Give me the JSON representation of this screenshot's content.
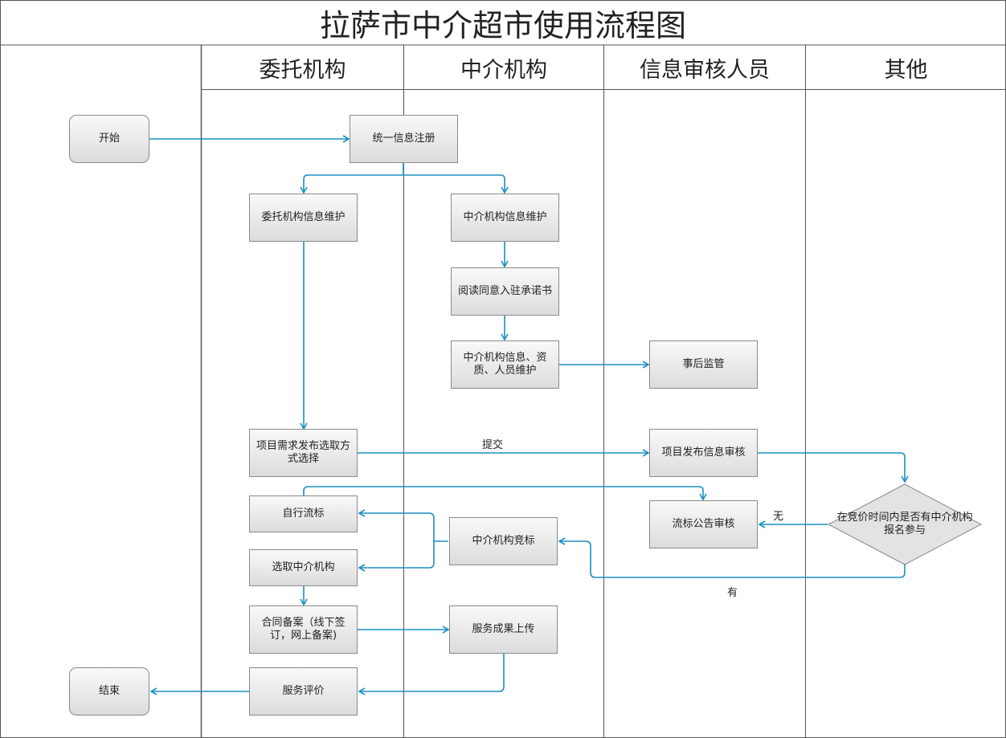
{
  "title": "拉萨市中介超市使用流程图",
  "lanes": [
    "委托机构",
    "中介机构",
    "信息审核人员",
    "其他"
  ],
  "nodes": {
    "start": "开始",
    "end": "结束",
    "register": "统一信息注册",
    "client_info": "委托机构信息维护",
    "agency_info": "中介机构信息维护",
    "commitment": "阅读同意入驻承诺书",
    "agency_detail": "中介机构信息、资质、人员维护",
    "supervision": "事后监管",
    "project_publish": "项目需求发布选取方式选择",
    "publish_review": "项目发布信息审核",
    "decision": "在竞价时间内是否有中介机构报名参与",
    "failed_review": "流标公告审核",
    "self_fail": "自行流标",
    "bidding": "中介机构竞标",
    "select_agency": "选取中介机构",
    "contract": "合同备案（线下签订，网上备案)",
    "upload": "服务成果上传",
    "evaluate": "服务评价"
  },
  "edge_labels": {
    "submit": "提交",
    "no": "无",
    "yes": "有"
  },
  "colors": {
    "arrow": "#1a8fc4",
    "border": "#8a8a8a",
    "grid": "#555555"
  }
}
